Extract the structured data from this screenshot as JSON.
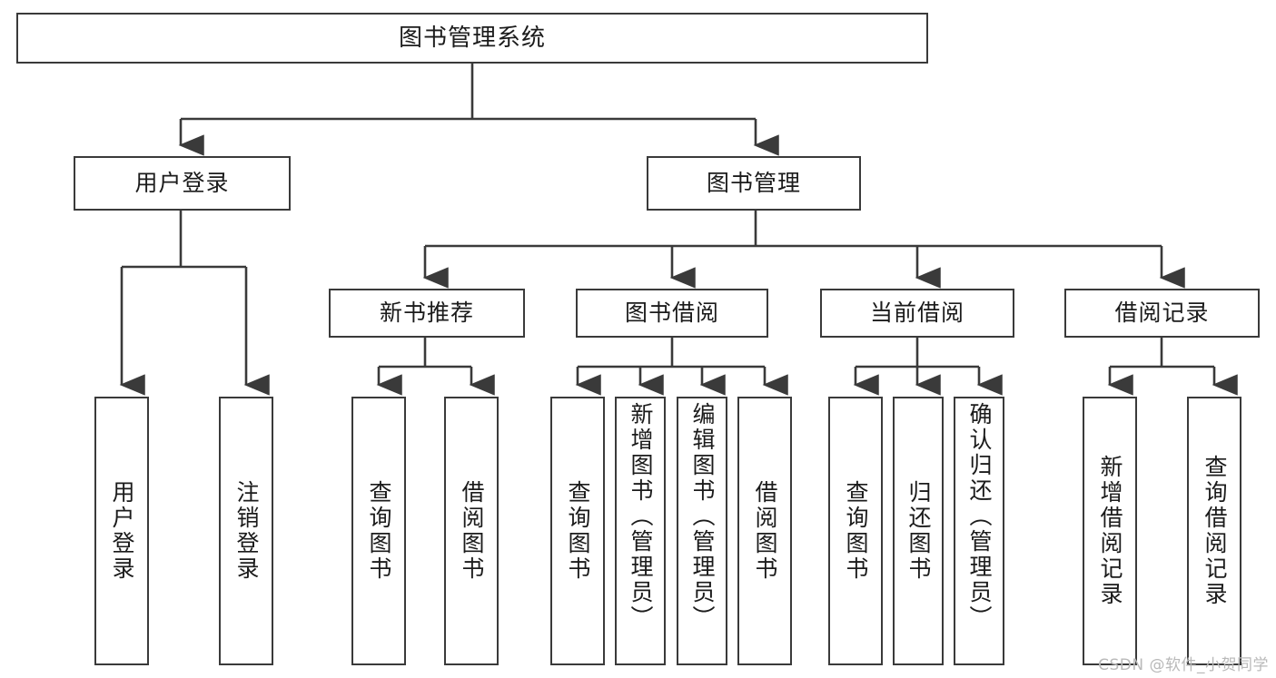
{
  "diagram": {
    "title": "图书管理系统",
    "type": "hierarchy-tree",
    "root": {
      "id": "root",
      "label": "图书管理系统"
    },
    "level2": [
      {
        "id": "user-login",
        "label": "用户登录"
      },
      {
        "id": "book-manage",
        "label": "图书管理"
      }
    ],
    "level3": [
      {
        "id": "new-book-rec",
        "label": "新书推荐",
        "parent": "book-manage"
      },
      {
        "id": "book-borrow",
        "label": "图书借阅",
        "parent": "book-manage"
      },
      {
        "id": "current-borrow",
        "label": "当前借阅",
        "parent": "book-manage"
      },
      {
        "id": "borrow-record",
        "label": "借阅记录",
        "parent": "book-manage"
      }
    ],
    "leaves": [
      {
        "id": "leaf-user-login",
        "label": "用户登录",
        "parent": "user-login"
      },
      {
        "id": "leaf-user-logout",
        "label": "注销登录",
        "parent": "user-login"
      },
      {
        "id": "leaf-query-book-1",
        "label": "查询图书",
        "parent": "new-book-rec"
      },
      {
        "id": "leaf-borrow-book-1",
        "label": "借阅图书",
        "parent": "new-book-rec"
      },
      {
        "id": "leaf-query-book-2",
        "label": "查询图书",
        "parent": "book-borrow"
      },
      {
        "id": "leaf-add-book",
        "label": "新增图书（管理员）",
        "parent": "book-borrow"
      },
      {
        "id": "leaf-edit-book",
        "label": "编辑图书（管理员）",
        "parent": "book-borrow"
      },
      {
        "id": "leaf-borrow-book-2",
        "label": "借阅图书",
        "parent": "book-borrow"
      },
      {
        "id": "leaf-query-book-3",
        "label": "查询图书",
        "parent": "current-borrow"
      },
      {
        "id": "leaf-return-book",
        "label": "归还图书",
        "parent": "current-borrow"
      },
      {
        "id": "leaf-confirm-return",
        "label": "确认归还（管理员）",
        "parent": "current-borrow"
      },
      {
        "id": "leaf-add-record",
        "label": "新增借阅记录",
        "parent": "borrow-record"
      },
      {
        "id": "leaf-query-record",
        "label": "查询借阅记录",
        "parent": "borrow-record"
      }
    ],
    "colors": {
      "stroke": "#3a3a3a",
      "background": "#ffffff",
      "text": "#1b1b1b",
      "watermark": "#b9b9b9"
    }
  },
  "watermark": {
    "text": "CSDN @软件_小贺同学"
  }
}
